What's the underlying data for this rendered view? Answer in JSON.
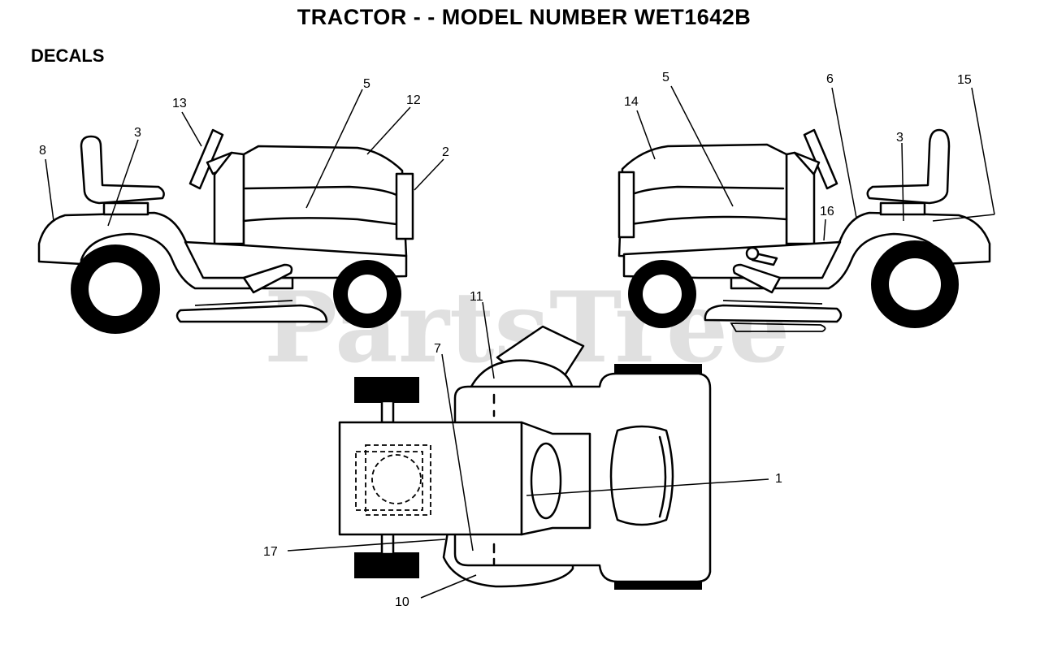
{
  "title": "TRACTOR - - MODEL NUMBER WET1642B",
  "section": "DECALS",
  "watermark": "PartsTree",
  "callouts": {
    "left_8": "8",
    "left_3": "3",
    "left_13": "13",
    "left_5": "5",
    "left_12": "12",
    "left_2": "2",
    "right_14": "14",
    "right_5": "5",
    "right_6": "6",
    "right_15": "15",
    "right_3": "3",
    "right_16": "16",
    "top_11": "11",
    "top_7": "7",
    "top_1": "1",
    "top_17": "17",
    "top_10": "10"
  }
}
